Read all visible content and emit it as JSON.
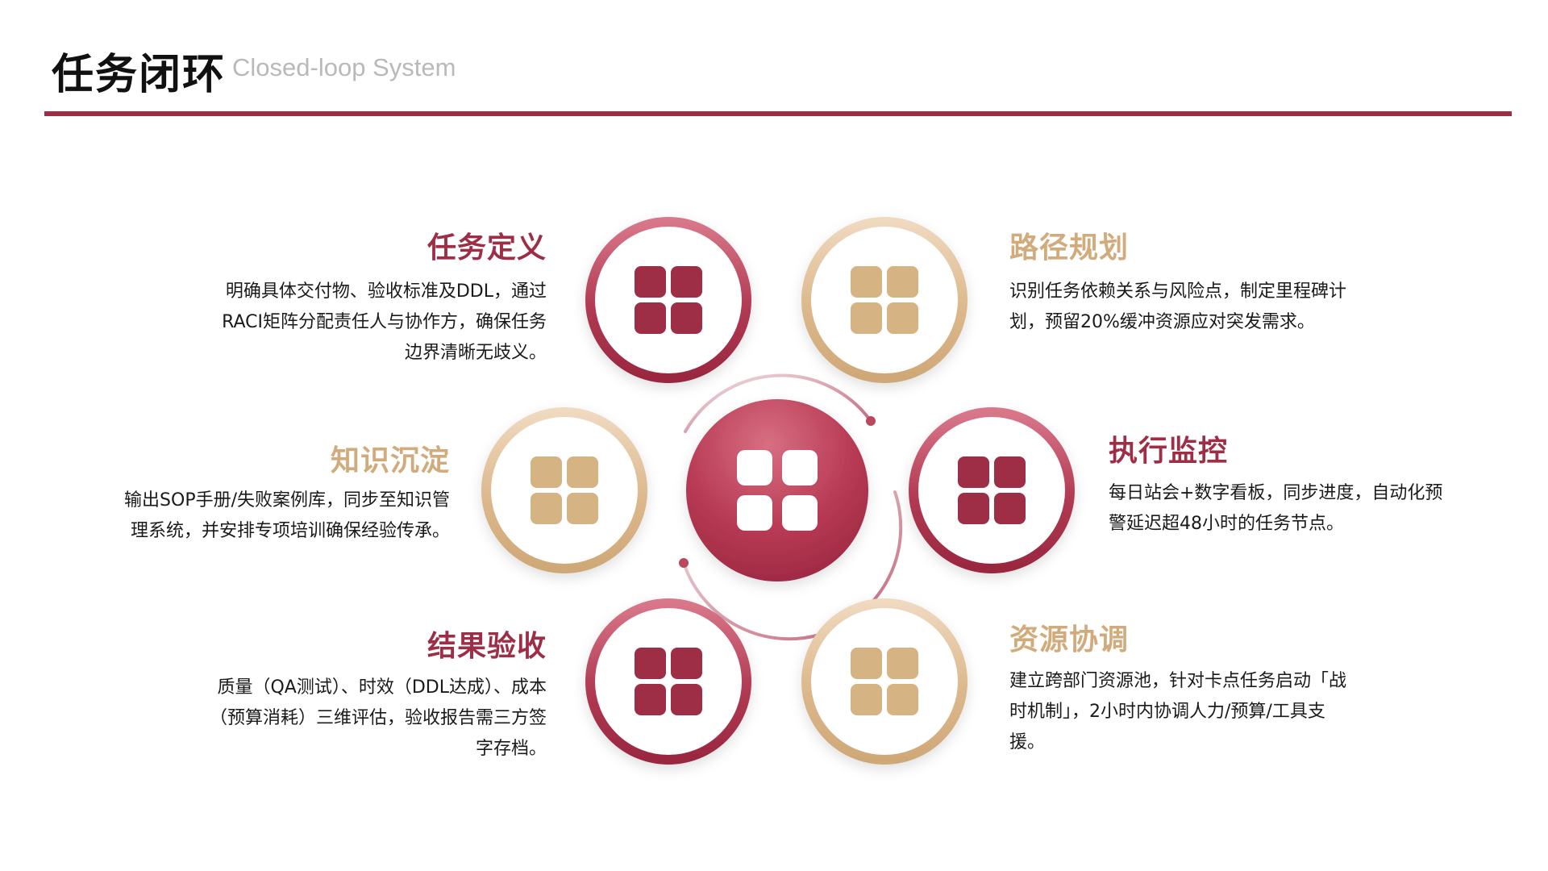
{
  "header": {
    "title": "任务闭环",
    "subtitle": "Closed-loop System"
  },
  "colors": {
    "maroon": "#9e2e46",
    "gold": "#d1ab7b",
    "rule": "#9e2e46"
  },
  "items": [
    {
      "title": "任务定义",
      "body": "明确具体交付物、验收标准及DDL，通过RACI矩阵分配责任人与协作方，确保任务边界清晰无歧义。",
      "color": "maroon",
      "icon": "grid-icon"
    },
    {
      "title": "路径规划",
      "body": "识别任务依赖关系与风险点，制定里程碑计划，预留20%缓冲资源应对突发需求。",
      "color": "gold",
      "icon": "grid-icon"
    },
    {
      "title": "执行监控",
      "body": "每日站会+数字看板，同步进度，自动化预警延迟超48小时的任务节点。",
      "color": "maroon",
      "icon": "grid-icon"
    },
    {
      "title": "资源协调",
      "body": "建立跨部门资源池，针对卡点任务启动「战时机制」，2小时内协调人力/预算/工具支援。",
      "color": "gold",
      "icon": "grid-icon"
    },
    {
      "title": "结果验收",
      "body": "质量（QA测试）、时效（DDL达成）、成本（预算消耗）三维评估，验收报告需三方签字存档。",
      "color": "maroon",
      "icon": "grid-icon"
    },
    {
      "title": "知识沉淀",
      "body": "输出SOP手册/失败案例库，同步至知识管理系统，并安排专项培训确保经验传承。",
      "color": "gold",
      "icon": "grid-icon"
    }
  ],
  "center": {
    "icon": "grid-icon"
  }
}
